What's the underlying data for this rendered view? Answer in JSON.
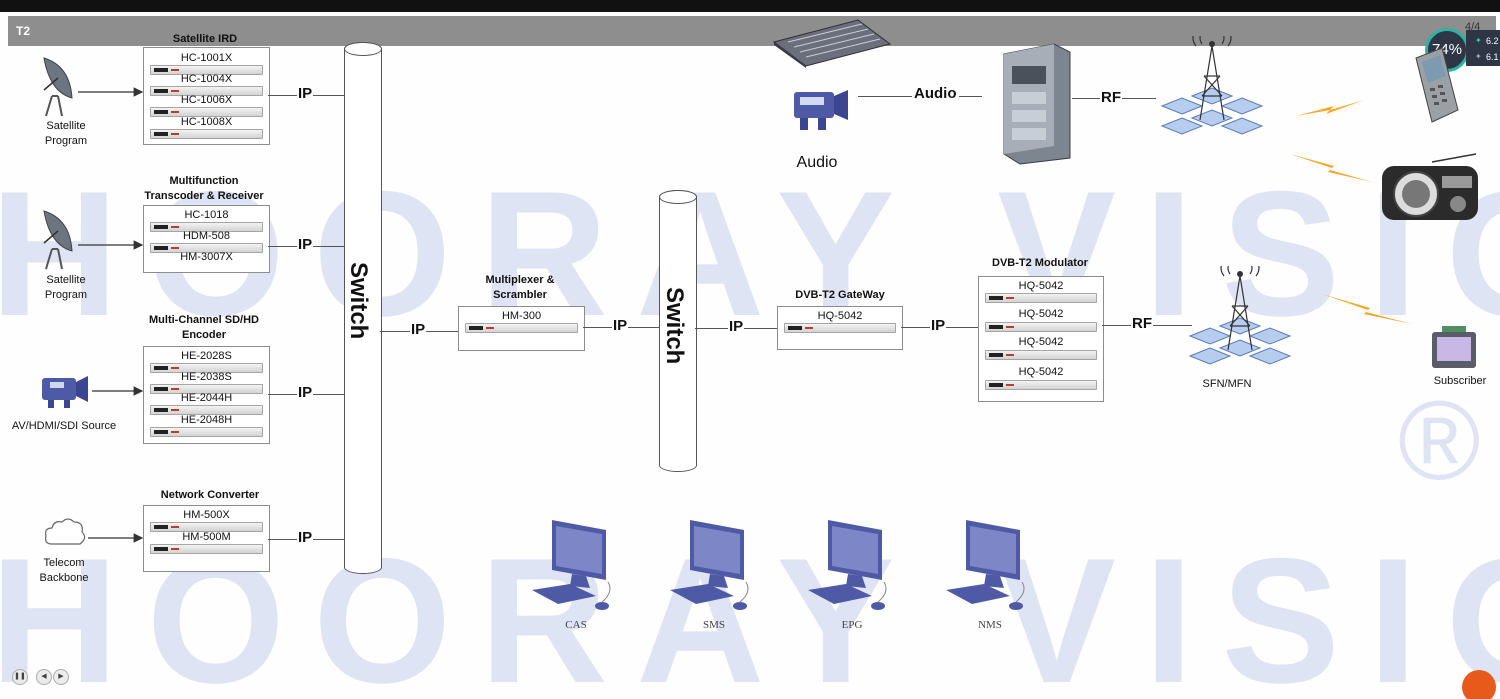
{
  "window": {
    "title": "T2",
    "page_counter": "4/4",
    "progress_percent": "74%",
    "stat_up": "6.2",
    "stat_down": "6.1"
  },
  "watermark": {
    "row1": "HOORAY VISION",
    "row2": "HOORAY VISION",
    "mark": "®"
  },
  "sources": {
    "sat1": "Satellite\nProgram",
    "sat2": "Satellite\nProgram",
    "av": "AV/HDMI/SDI Source",
    "telecom": "Telecom\nBackbone"
  },
  "boxes": {
    "ird": {
      "title": "Satellite IRD",
      "devices": [
        "HC-1001X",
        "HC-1004X",
        "HC-1006X",
        "HC-1008X"
      ]
    },
    "transcoder": {
      "title": "Multifunction\nTranscoder & Receiver",
      "devices": [
        "HC-1018",
        "HDM-508",
        "HM-3007X"
      ]
    },
    "encoder": {
      "title": "Multi-Channel SD/HD\nEncoder",
      "devices": [
        "HE-2028S",
        "HE-2038S",
        "HE-2044H",
        "HE-2048H"
      ]
    },
    "netconv": {
      "title": "Network Converter",
      "devices": [
        "HM-500X",
        "HM-500M"
      ]
    },
    "mux": {
      "title": "Multiplexer &\nScrambler",
      "devices": [
        "HM-300"
      ]
    },
    "gateway": {
      "title": "DVB-T2 GateWay",
      "devices": [
        "HQ-5042"
      ]
    },
    "modulator": {
      "title": "DVB-T2 Modulator",
      "devices": [
        "HQ-5042",
        "HQ-5042",
        "HQ-5042",
        "HQ-5042"
      ]
    }
  },
  "links": {
    "ip": "IP",
    "rf": "RF",
    "audio": "Audio"
  },
  "switches": {
    "sw1": "Switch",
    "sw2": "Switch"
  },
  "right": {
    "audio_source": "Audio",
    "sfn": "SFN/MFN",
    "subscriber": "Subscriber"
  },
  "pcs": [
    "CAS",
    "SMS",
    "EPG",
    "NMS"
  ],
  "colors": {
    "titlebar": "#8e8e8e",
    "watermark": "#dfe4f4",
    "device_blue": "#4f5aa6",
    "lightning": "#f5a623",
    "antenna_blue": "#b6cdf0"
  },
  "icons": [
    "satellite-dish-icon",
    "camera-icon",
    "cloud-icon",
    "mixer-icon",
    "transmitter-icon",
    "tower-icon",
    "phone-icon",
    "radio-icon",
    "tv-icon",
    "computer-icon",
    "lightning-icon"
  ]
}
